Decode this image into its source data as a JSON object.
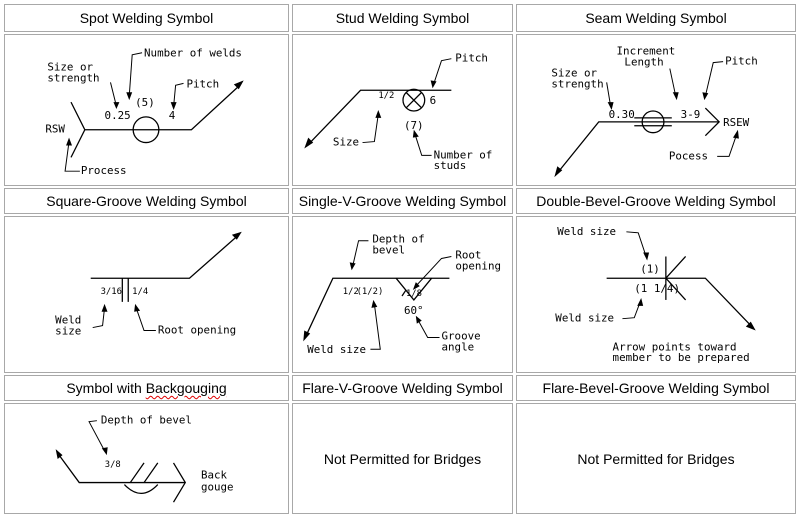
{
  "headers": {
    "spot": "Spot Welding Symbol",
    "stud": "Stud Welding Symbol",
    "seam": "Seam Welding Symbol",
    "square": "Square-Groove Welding Symbol",
    "singlev": "Single-V-Groove Welding Symbol",
    "doublebevel": "Double-Bevel-Groove Welding Symbol",
    "backgouging_pre": "Symbol with ",
    "backgouging_word": "Backgouging",
    "flarev": "Flare-V-Groove Welding Symbol",
    "flarebevel": "Flare-Bevel-Groove Welding Symbol"
  },
  "spot": {
    "size_l1": "Size or",
    "size_l2": "strength",
    "number": "Number of welds",
    "pitch": "Pitch",
    "size_val": "0.25",
    "number_val": "(5)",
    "pitch_val": "4",
    "rsw": "RSW",
    "process": "Process"
  },
  "stud": {
    "pitch": "Pitch",
    "size_val": "1/2",
    "pitch_val": "6",
    "number_val": "(7)",
    "size": "Size",
    "number_l1": "Number of",
    "number_l2": "studs"
  },
  "seam": {
    "inc_l1": "Increment",
    "inc_l2": "Length",
    "pitch": "Pitch",
    "size_l1": "Size or",
    "size_l2": "strength",
    "size_val": "0.30",
    "inc_val": "3-9",
    "rsew": "RSEW",
    "process": "Pocess"
  },
  "square": {
    "size_val": "3/16",
    "root_val": "1/4",
    "weld_l1": "Weld",
    "weld_l2": "size",
    "root": "Root opening"
  },
  "singlev": {
    "depth_l1": "Depth of",
    "depth_l2": "bevel",
    "root_l1": "Root",
    "root_l2": "opening",
    "depth_val": "1/2",
    "size_val": "(1/2)",
    "root_val": "1/8",
    "angle_val": "60°",
    "weld_size": "Weld size",
    "groove_l1": "Groove",
    "groove_l2": "angle"
  },
  "doublebevel": {
    "weld_size_top": "Weld size",
    "top_val": "(1)",
    "bottom_val": "(1 1/4)",
    "weld_size_bottom": "Weld size",
    "note_l1": "Arrow points toward",
    "note_l2": "member to be prepared"
  },
  "backgouge": {
    "depth": "Depth of bevel",
    "depth_val": "3/8",
    "back_l1": "Back",
    "back_l2": "gouge"
  },
  "not_permitted": "Not Permitted for Bridges"
}
